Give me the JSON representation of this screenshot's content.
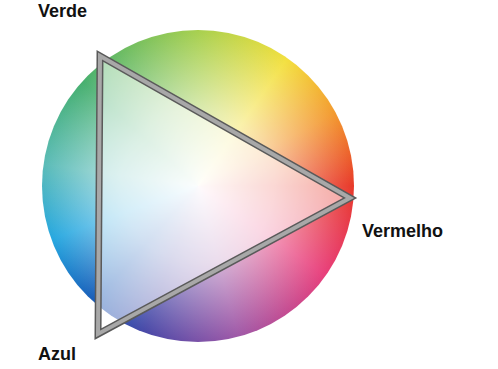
{
  "diagram": {
    "labels": [
      "Verde",
      "Vermelho",
      "Azul"
    ]
  }
}
